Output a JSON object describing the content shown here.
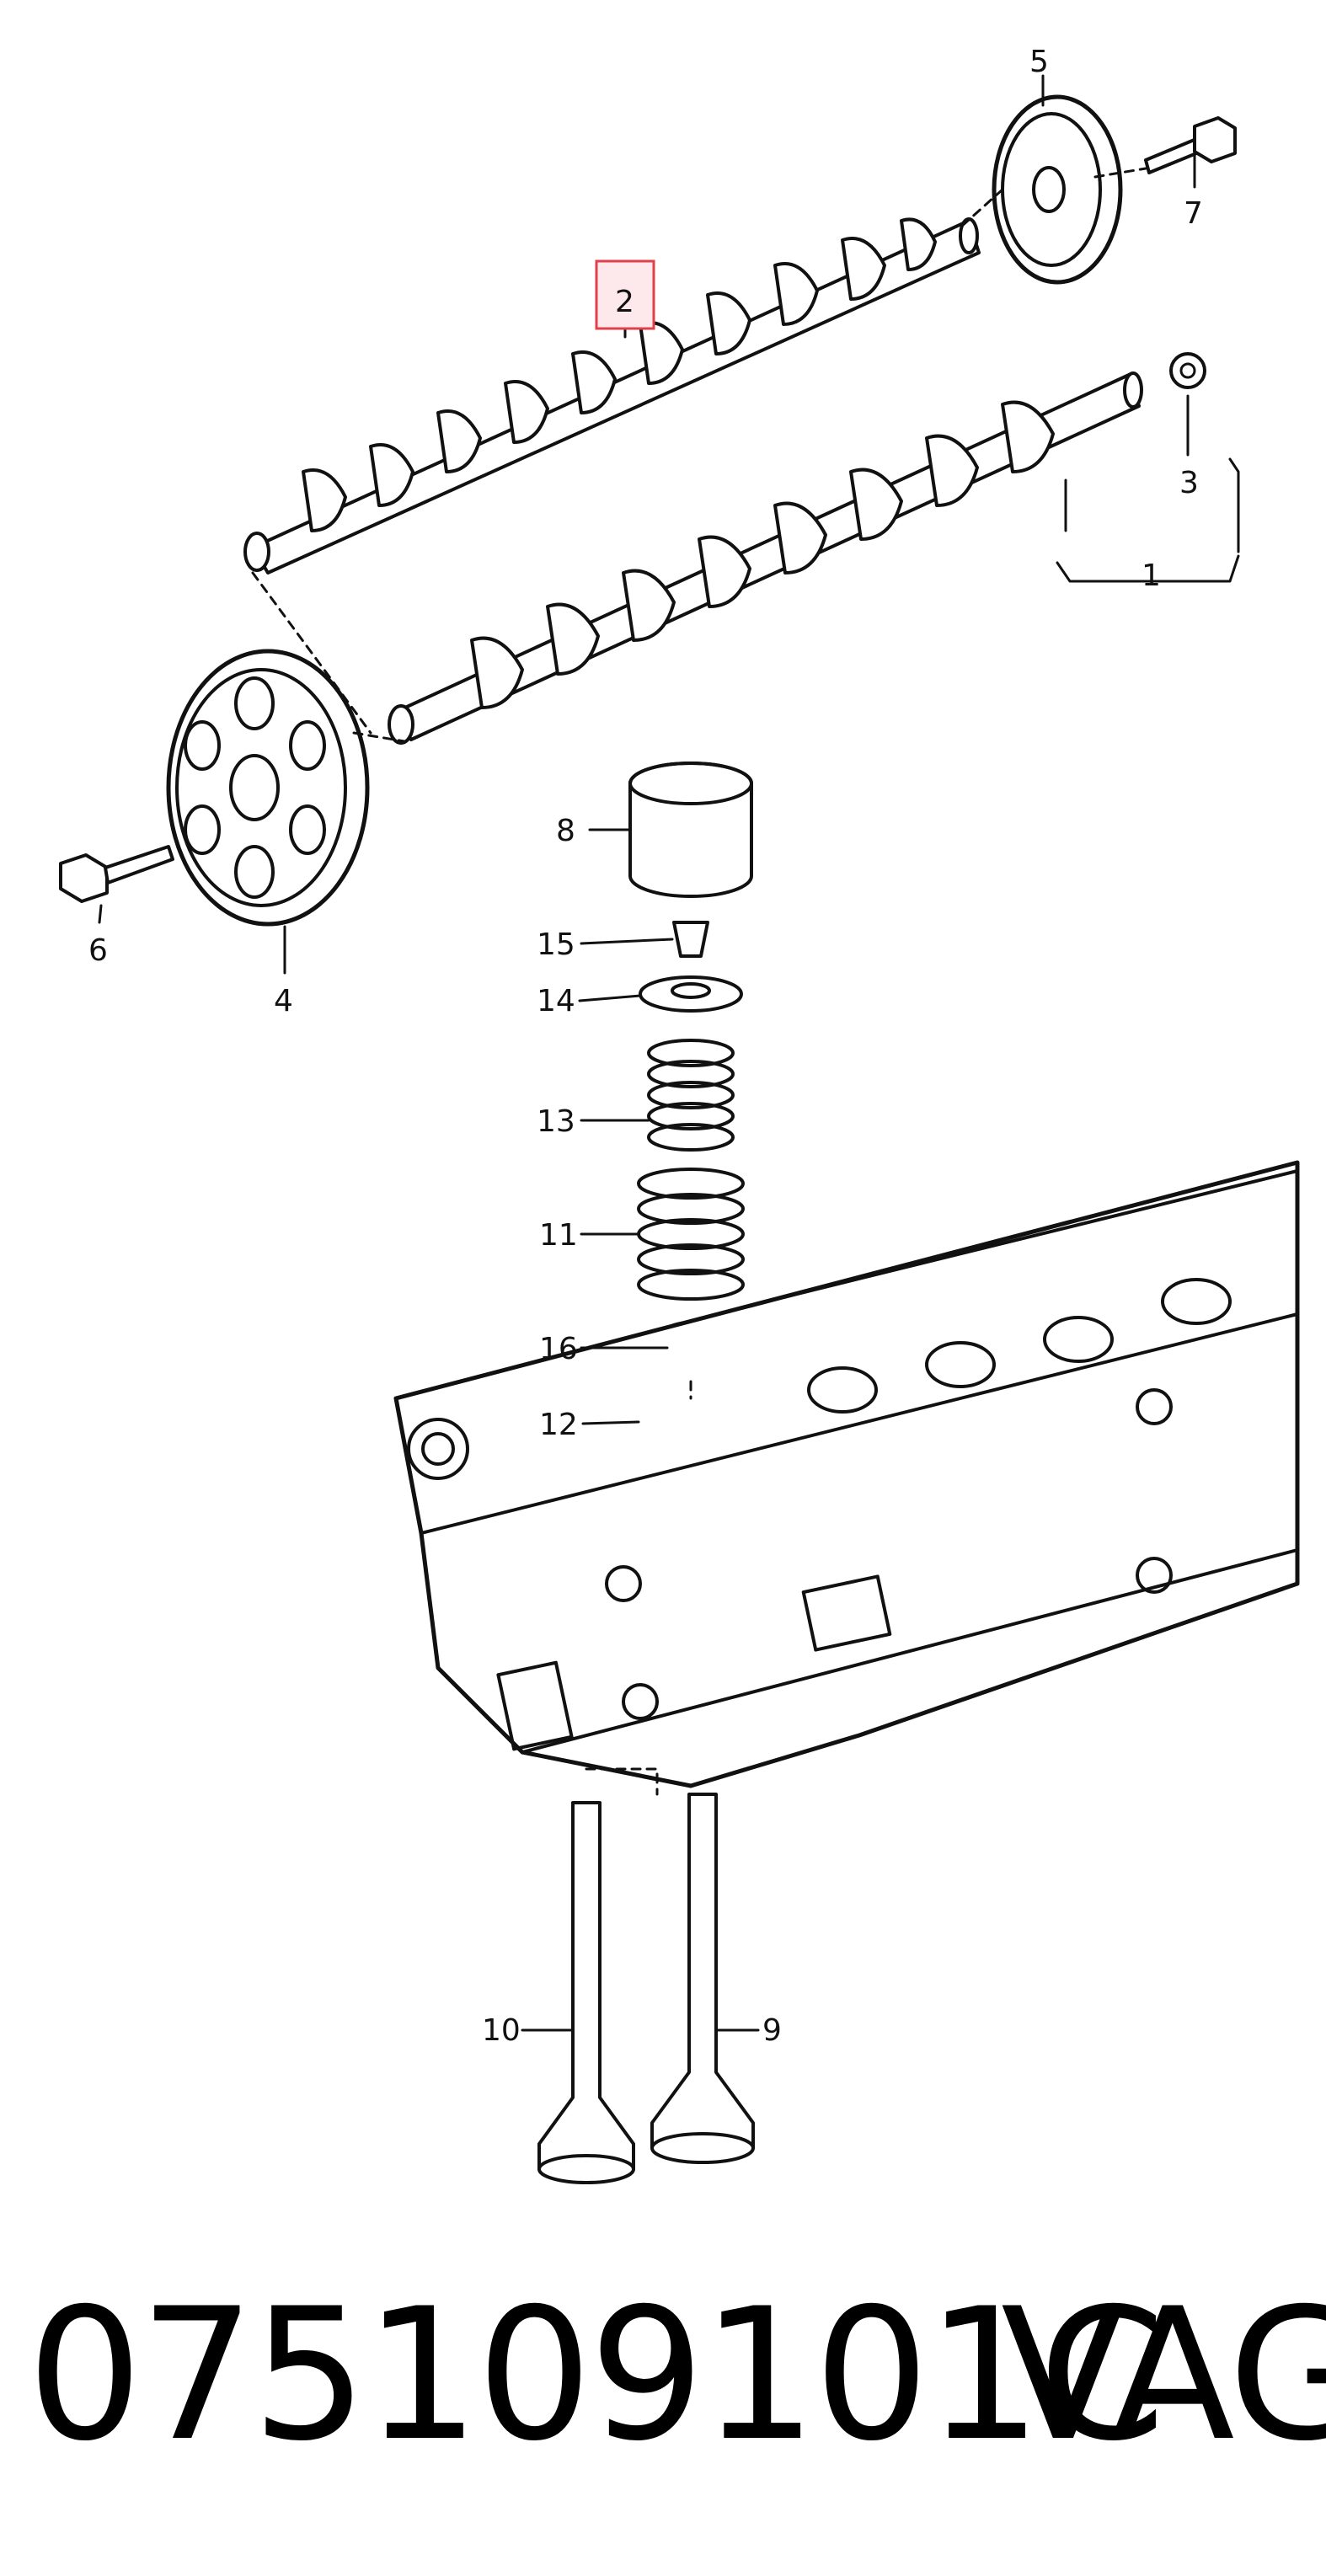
{
  "diagram": {
    "callouts": [
      {
        "id": "1",
        "text": "1"
      },
      {
        "id": "2",
        "text": "2",
        "highlighted": true
      },
      {
        "id": "3",
        "text": "3"
      },
      {
        "id": "4",
        "text": "4"
      },
      {
        "id": "5",
        "text": "5"
      },
      {
        "id": "6",
        "text": "6"
      },
      {
        "id": "7",
        "text": "7"
      },
      {
        "id": "8",
        "text": "8"
      },
      {
        "id": "9",
        "text": "9"
      },
      {
        "id": "10",
        "text": "10"
      },
      {
        "id": "11",
        "text": "11"
      },
      {
        "id": "12",
        "text": "12"
      },
      {
        "id": "13",
        "text": "13"
      },
      {
        "id": "14",
        "text": "14"
      },
      {
        "id": "15",
        "text": "15"
      },
      {
        "id": "16",
        "text": "16"
      }
    ],
    "highlight_color": "#e0404a",
    "highlight_fill": "#fde8ec"
  },
  "footer": {
    "part_number": "075109101C",
    "brand": "VAG"
  }
}
